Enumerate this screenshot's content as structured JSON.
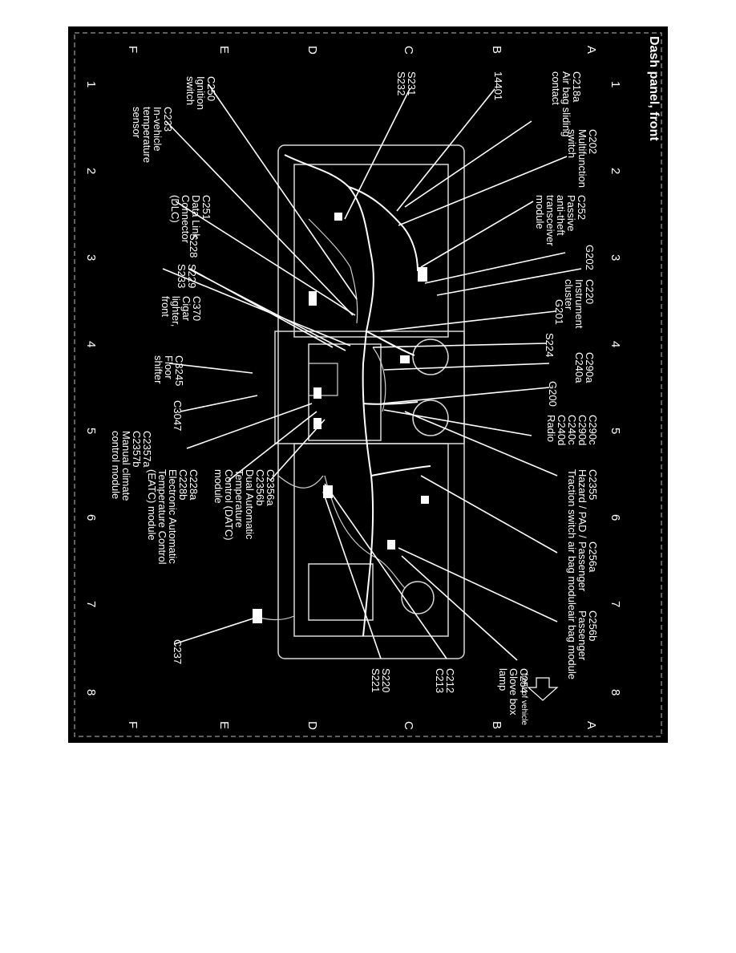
{
  "title": "Dash panel, front",
  "grid": {
    "numbers": [
      "1",
      "2",
      "3",
      "4",
      "5",
      "6",
      "7",
      "8"
    ],
    "letters": [
      "A",
      "B",
      "C",
      "D",
      "E",
      "F"
    ]
  },
  "front_indicator": "front of vehicle",
  "labels": [
    {
      "id": "c218a",
      "lines": [
        "C218a",
        "Air bag sliding",
        "contact"
      ]
    },
    {
      "id": "n14401",
      "lines": [
        "14401"
      ]
    },
    {
      "id": "s231",
      "lines": [
        "S231",
        "S232"
      ]
    },
    {
      "id": "c250",
      "lines": [
        "C250",
        "Ignition",
        "switch"
      ]
    },
    {
      "id": "c233",
      "lines": [
        "C233",
        "In-vehicle",
        "temperature",
        "sensor"
      ]
    },
    {
      "id": "c202",
      "lines": [
        "C202",
        "Multifunction",
        "switch"
      ]
    },
    {
      "id": "c252",
      "lines": [
        "C252",
        "Passive",
        "anti-theft",
        "transceiver",
        "module"
      ]
    },
    {
      "id": "c251",
      "lines": [
        "C251",
        "Data Link",
        "Connector",
        "(DLC)"
      ]
    },
    {
      "id": "g202",
      "lines": [
        "G202"
      ]
    },
    {
      "id": "c220",
      "lines": [
        "C220",
        "Instrument",
        "cluster"
      ]
    },
    {
      "id": "s228",
      "lines": [
        "S228"
      ]
    },
    {
      "id": "s229",
      "lines": [
        "S229",
        "S233"
      ]
    },
    {
      "id": "c370",
      "lines": [
        "C370",
        "Cigar",
        "lighter,",
        "front"
      ]
    },
    {
      "id": "g201",
      "lines": [
        "G201"
      ]
    },
    {
      "id": "s224",
      "lines": [
        "S224"
      ]
    },
    {
      "id": "c3245",
      "lines": [
        "C3245",
        "Floor",
        "shifter"
      ]
    },
    {
      "id": "c290a",
      "lines": [
        "C290a",
        "C240a"
      ]
    },
    {
      "id": "g200",
      "lines": [
        "G200"
      ]
    },
    {
      "id": "c3047",
      "lines": [
        "C3047"
      ]
    },
    {
      "id": "c290c",
      "lines": [
        "C290c",
        "C290d",
        "C240c",
        "C240d",
        "Radio"
      ]
    },
    {
      "id": "c2357",
      "lines": [
        "C2357a",
        "C2357b",
        "Manual climate",
        "control module"
      ]
    },
    {
      "id": "c228",
      "lines": [
        "C228a",
        "C228b",
        "Electronic Automatic",
        "Temperature Control",
        "(EATC) module"
      ]
    },
    {
      "id": "c2356",
      "lines": [
        "C2356a",
        "C2356b",
        "Dual Automatic",
        "Temperature",
        "Control (DATC)",
        "module"
      ]
    },
    {
      "id": "c2355",
      "lines": [
        "C2355",
        "Hazard / PAD /",
        "Traction switch"
      ]
    },
    {
      "id": "c256a",
      "lines": [
        "C256a",
        "Passenger",
        "air bag module"
      ]
    },
    {
      "id": "c256b",
      "lines": [
        "C256b",
        "Passenger",
        "air bag module"
      ]
    },
    {
      "id": "c237",
      "lines": [
        "C237"
      ]
    },
    {
      "id": "c254",
      "lines": [
        "C254",
        "Glove box",
        "lamp"
      ]
    },
    {
      "id": "c212",
      "lines": [
        "C212",
        "C213"
      ]
    },
    {
      "id": "s220",
      "lines": [
        "S220",
        "S221"
      ]
    }
  ]
}
